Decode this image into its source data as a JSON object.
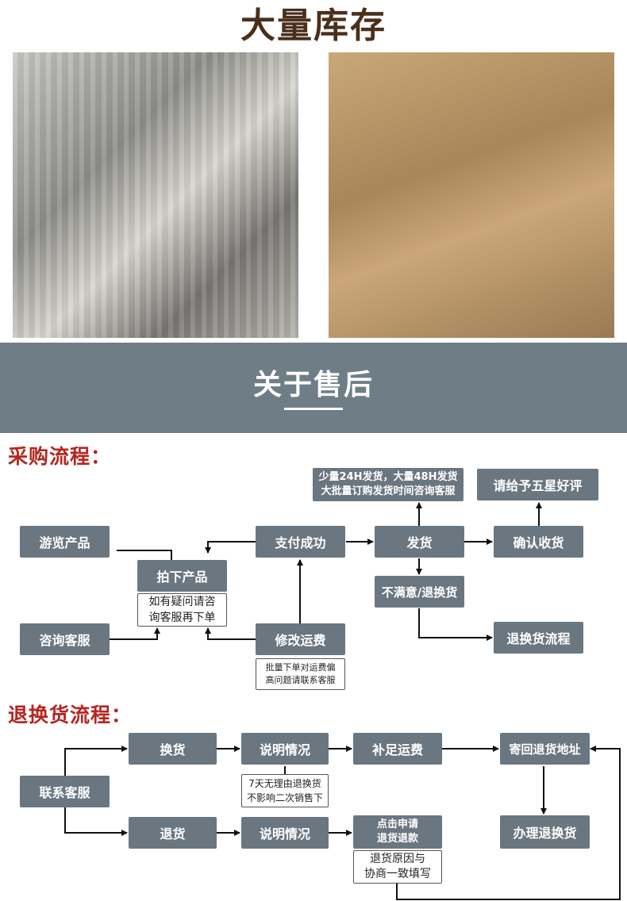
{
  "header": {
    "title": "大量库存"
  },
  "about": {
    "title": "关于售后"
  },
  "purchase": {
    "title": "采购流程：",
    "browse": "游览产品",
    "consult": "咨询客服",
    "order": "拍下产品",
    "order_note": [
      "如有疑问请咨",
      "询客服再下单"
    ],
    "modify": "修改运费",
    "modify_note": [
      "批量下单对运费偏",
      "高问题请联系客服"
    ],
    "pay": "支付成功",
    "ship": "发货",
    "ship_note": [
      "少量24H发货，大量48H发货",
      "大批量订购发货时间咨询客服"
    ],
    "confirm": "确认收货",
    "review": "请给予五星好评",
    "unsatisfied": "不满意/退换货",
    "return_flow": "退换货流程"
  },
  "returns": {
    "title": "退换货流程：",
    "contact": "联系客服",
    "exchange": "换货",
    "explain1": "说明情况",
    "explain_note": [
      "7天无理由退换货",
      "不影响二次销售下"
    ],
    "add_fee": "补足运费",
    "send_back": "寄回退货地址",
    "process": "办理退换货",
    "refund": "退货",
    "explain2": "说明情况",
    "apply": [
      "点击申请",
      "退货退款"
    ],
    "apply_note": [
      "退货原因与",
      "协商一致填写"
    ]
  }
}
